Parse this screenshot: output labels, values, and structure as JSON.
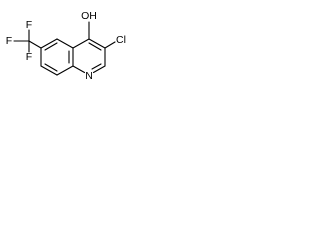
{
  "molecule": {
    "atoms": {
      "hydroxyl": "OH",
      "chlorine": "Cl",
      "nitrogen": "N",
      "fluorine_top": "F",
      "fluorine_left": "F",
      "fluorine_bottom": "F"
    },
    "line_color": "#000000",
    "background": "#ffffff"
  }
}
